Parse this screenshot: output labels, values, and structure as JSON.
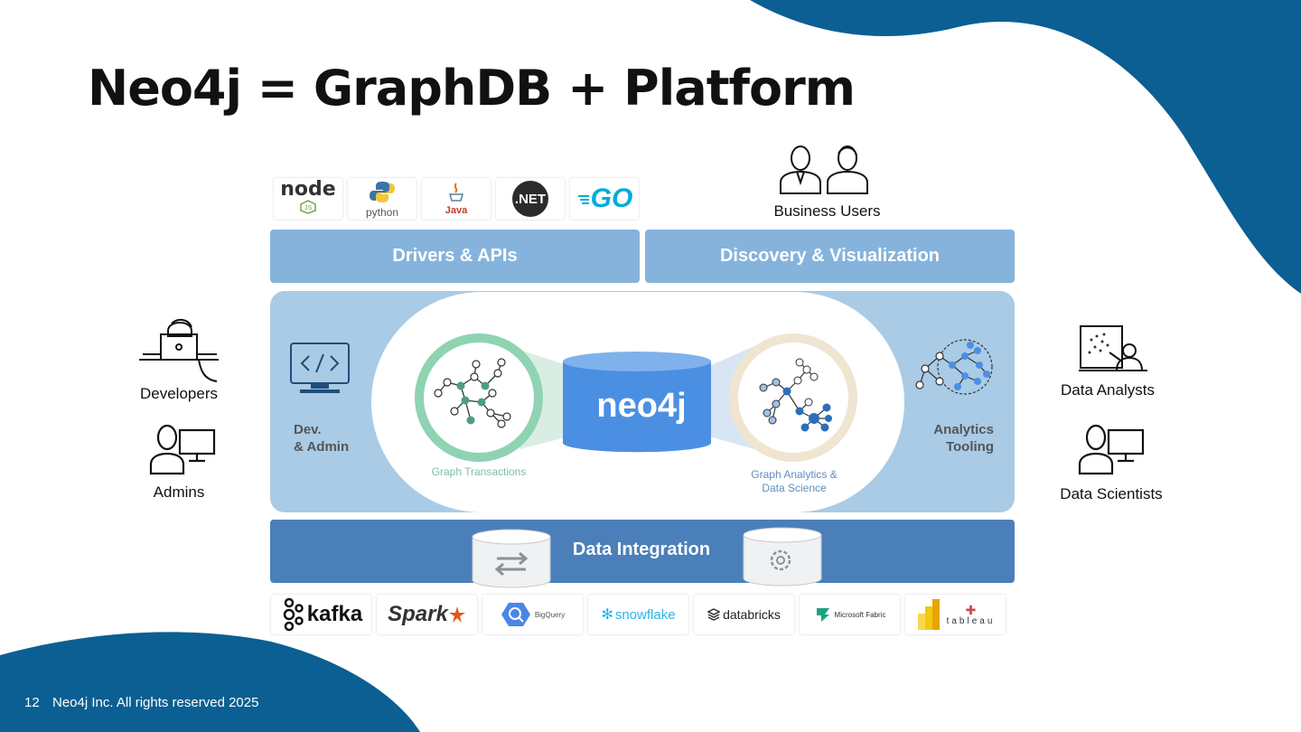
{
  "slide": {
    "title": "Neo4j = GraphDB + Platform",
    "page_number": "12",
    "footer_text": "Neo4j Inc. All rights reserved 2025",
    "colors": {
      "brand_dark_blue": "#0b5f92",
      "band_light_blue": "#86b3dc",
      "core_blue": "#a9cbe6",
      "integration_blue": "#4a7fb9",
      "db_blue": "#4b8fe3",
      "tx_green": "#8fd3b2",
      "analytics_beige": "#efe5d1"
    }
  },
  "top_logos": [
    {
      "icon": "nodejs-logo",
      "text": "node"
    },
    {
      "icon": "python-logo",
      "text": "python"
    },
    {
      "icon": "java-logo",
      "text": "Java"
    },
    {
      "icon": "dotnet-logo",
      "text": ".NET"
    },
    {
      "icon": "go-logo",
      "text": "GO"
    }
  ],
  "bands": {
    "drivers": "Drivers & APIs",
    "discovery": "Discovery & Visualization",
    "integration": "Data Integration"
  },
  "core": {
    "dev_admin": [
      "Dev.",
      "& Admin"
    ],
    "analytics_tooling": [
      "Analytics",
      "Tooling"
    ],
    "graph_transactions": "Graph Transactions",
    "graph_analytics": [
      "Graph Analytics &",
      "Data Science"
    ],
    "db_logo_text": "neo4j"
  },
  "personas": {
    "business_users": "Business Users",
    "developers": "Developers",
    "admins": "Admins",
    "data_analysts": "Data Analysts",
    "data_scientists": "Data Scientists"
  },
  "bottom_logos": [
    {
      "icon": "kafka-logo",
      "text": "kafka"
    },
    {
      "icon": "spark-logo",
      "text": "Spark"
    },
    {
      "icon": "bigquery-logo",
      "text": "BigQuery"
    },
    {
      "icon": "snowflake-logo",
      "text": "snowflake"
    },
    {
      "icon": "databricks-logo",
      "text": "databricks"
    },
    {
      "icon": "microsoft-fabric-logo",
      "text": "Microsoft Fabric"
    },
    {
      "icon": "powerbi-tableau-logo",
      "text": "tableau"
    }
  ]
}
